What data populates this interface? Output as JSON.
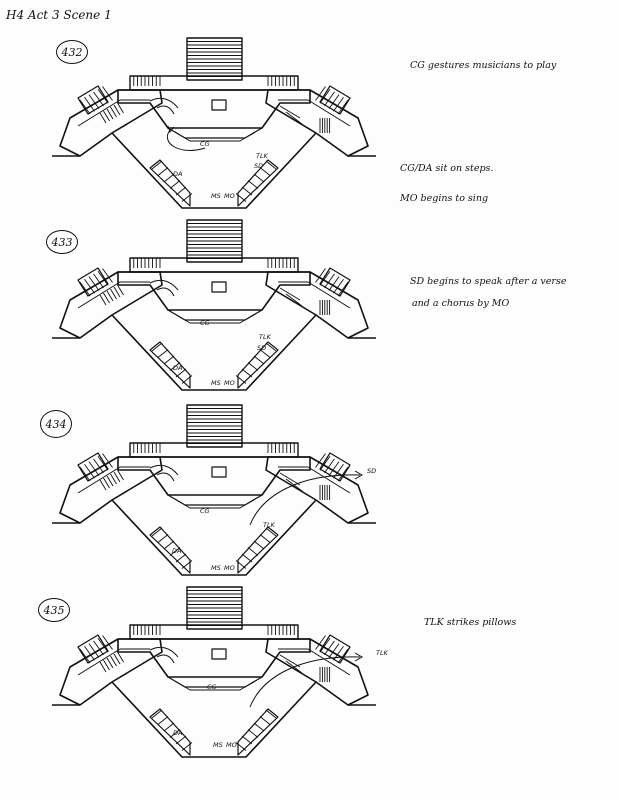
{
  "header": "H4 Act 3 Scene 1",
  "panels": [
    {
      "number": "432",
      "notes": [
        "CG gestures musicians to play",
        "CG/DA sit on steps.",
        "MO begins to sing"
      ],
      "labels": {
        "cg": "CG",
        "da": "DA",
        "sd": "SD",
        "tlk": "TLK",
        "ms": "MS",
        "mo": "MO"
      }
    },
    {
      "number": "433",
      "notes": [
        "SD begins to speak after a verse",
        "and a chorus by MO"
      ],
      "labels": {
        "cg": "CG",
        "da": "DA",
        "sd": "SD",
        "tlk": "TLK",
        "ms": "MS",
        "mo": "MO"
      }
    },
    {
      "number": "434",
      "notes": [],
      "labels": {
        "cg": "CG",
        "da": "DA",
        "sd": "SD",
        "tlk": "TLK",
        "ms": "MS",
        "mo": "MO"
      }
    },
    {
      "number": "435",
      "notes": [
        "TLK strikes pillows"
      ],
      "labels": {
        "cg": "CG",
        "da": "DA",
        "tlk": "TLK",
        "ms": "MS",
        "mo": "MO"
      }
    }
  ]
}
